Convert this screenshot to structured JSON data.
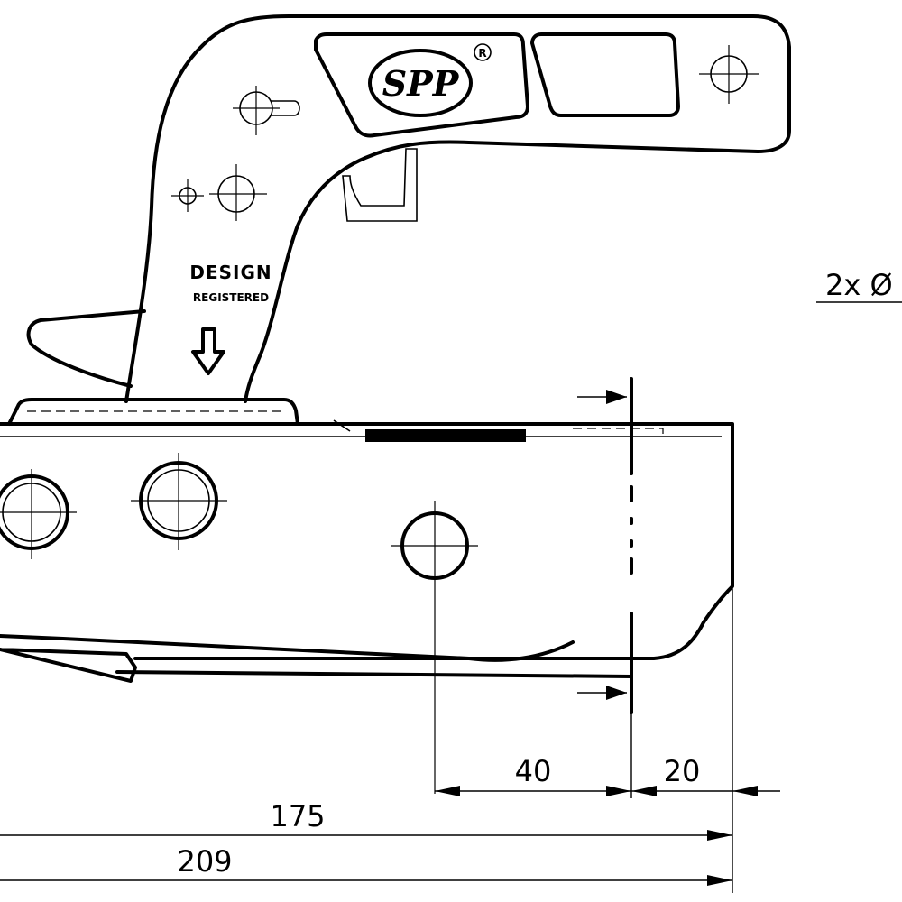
{
  "markings": {
    "logo": "SPP",
    "design_line1": "DESIGN",
    "design_line2": "REGISTERED",
    "registered_mark": "R"
  },
  "dimensions": {
    "d40": "40",
    "d20": "20",
    "d175": "175",
    "d209": "209",
    "hole_callout": "2x Ø"
  },
  "icons": {
    "arrow": "down-arrow-icon"
  }
}
